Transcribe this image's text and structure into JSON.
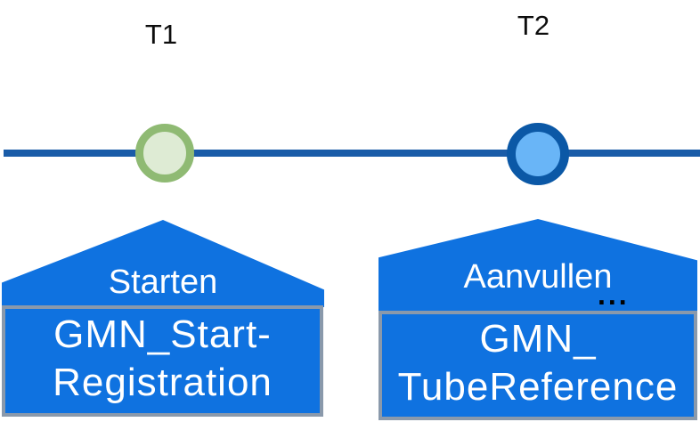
{
  "diagram": {
    "t1": {
      "time_label": "T1",
      "event_label": "Starten",
      "box_lines": {
        "line1": "GMN_Start-",
        "line2": "Registration"
      }
    },
    "t2": {
      "time_label": "T2",
      "event_label": "Aanvullen",
      "overflow_ellipsis": "...",
      "box_lines": {
        "line1": "GMN_",
        "line2": "TubeReference"
      }
    },
    "colors": {
      "timeline_line": "#1A5CA8",
      "callout_blue": "#0F72E0",
      "box_border_gray": "#8A99AB",
      "t1_marker_ring": "#8FBA73",
      "t1_marker_fill": "#DEEBD4",
      "t2_marker_ring": "#0B58A6",
      "t2_marker_fill": "#69B5F7",
      "callout_text": "#FFFFFF",
      "time_label_text": "#000000"
    }
  }
}
